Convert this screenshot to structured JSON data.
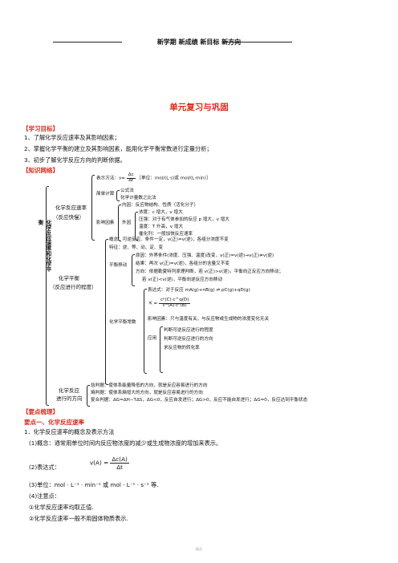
{
  "header": "新学期  新成绩  新目标  新方向",
  "title": "单元复习与巩固",
  "objectives": {
    "heading": "【学习目标】",
    "items": [
      "1、了解化学反应速率及其影响因素；",
      "2、掌握化学平衡的建立及其影响因素，能用化学平衡常数进行定量分析；",
      "3、初步了解化学反应方向的判断依据。"
    ]
  },
  "network": {
    "heading": "【知识网络】",
    "root": "化学反应速率和化学平衡",
    "rate_main": "化学反应速率",
    "rate_sub": "（反应快慢）",
    "rate_formula_prefix": "表示方法：v=",
    "rate_formula_num": "Δc",
    "rate_formula_den": "Δt",
    "rate_unit": "［单位：mol/(L·s)或 mol/(L·min)］",
    "simple_calc": "简单计算",
    "formula_method": "公式法",
    "ratio_method": "化学计量数之比法",
    "factors": "影响因素",
    "internal": "内因：反应物结构、性质（活化分子）",
    "external": "外因",
    "conc": "浓度：c 增大，v 增大",
    "pressure": "压强：对于有气体参加的反应 p 增大，v 增大",
    "temp": "温度：T 升高，v 增大",
    "catalyst": "催化剂：一般加快反应速率",
    "eq_main": "化学平衡",
    "eq_sub": "（反应进行的程度）",
    "concept": "概念：可逆反应、条件一定，v(正)=v(逆)，各组分浓度不变",
    "features": "特征：逆、等、动、定、变",
    "shift": "平衡移动",
    "reason": "原因：外界条件(浓度、压强、温度)改变，v(正)=v(逆)→v(正)≠v(逆)",
    "result": "结果：再次 v(正)=v(逆)，各组分的含量又不变",
    "direction": "方向：依据勒夏特列原理判断，若 v(正)>v(逆)，平衡向正反应方向移动；",
    "direction2": "若 v(正)<v(逆)，平衡向逆反应方向移动",
    "constant": "化学平衡常数",
    "expr": "表达式：对于反应 mA(g)+nB(g) ⇌ pC(g)+qD(g)",
    "k_left": "K =",
    "k_num": "cᵖ(C)·c^q(D)",
    "k_den": "cᵐ(A)·cⁿ(B)",
    "factor_k": "影响因素：只与温度有关，与反应物或生成物的浓度变化无关",
    "apply": "应用",
    "apply1": "判断可逆反应进行的程度",
    "apply2": "判断可逆反应进行的方向",
    "apply3": "求反应物的转化率",
    "dir_main": "化学反应",
    "dir_sub": "进行的方向",
    "enthalpy": "焓判据：使体系能量降低的方向，就是反应容易进行的方向",
    "entropy": "熵判据：使体系熵增大的方向，就是反应容易进行的方向",
    "compound": "复合判据：ΔG=ΔH−TΔS，ΔG<0，反应自发进行；ΔG>0，反应不能自发进行；ΔG=0，反应达到平衡状态"
  },
  "review": {
    "heading": "【要点梳理】",
    "point1": "要点一、化学反应速率",
    "item1": "1．化学反应速率的概念及表示方法",
    "def": "(1)概念：通常用单位时间内反应物浓度的减少或生成物浓度的增加来表示。",
    "expr_label": "(2)表达式：",
    "expr_left": "v(A) =",
    "expr_num": "Δc(A)",
    "expr_den": "Δt",
    "unit": "(3)单位：mol · L⁻¹ · min⁻¹ 或 mol · L⁻¹ · s⁻¹ 等.",
    "notes": "(4)注意点：",
    "note1": "①化学反应速率均取正值.",
    "note2": "②化学反应速率一般不用固体物质表示."
  },
  "footer": "精品"
}
